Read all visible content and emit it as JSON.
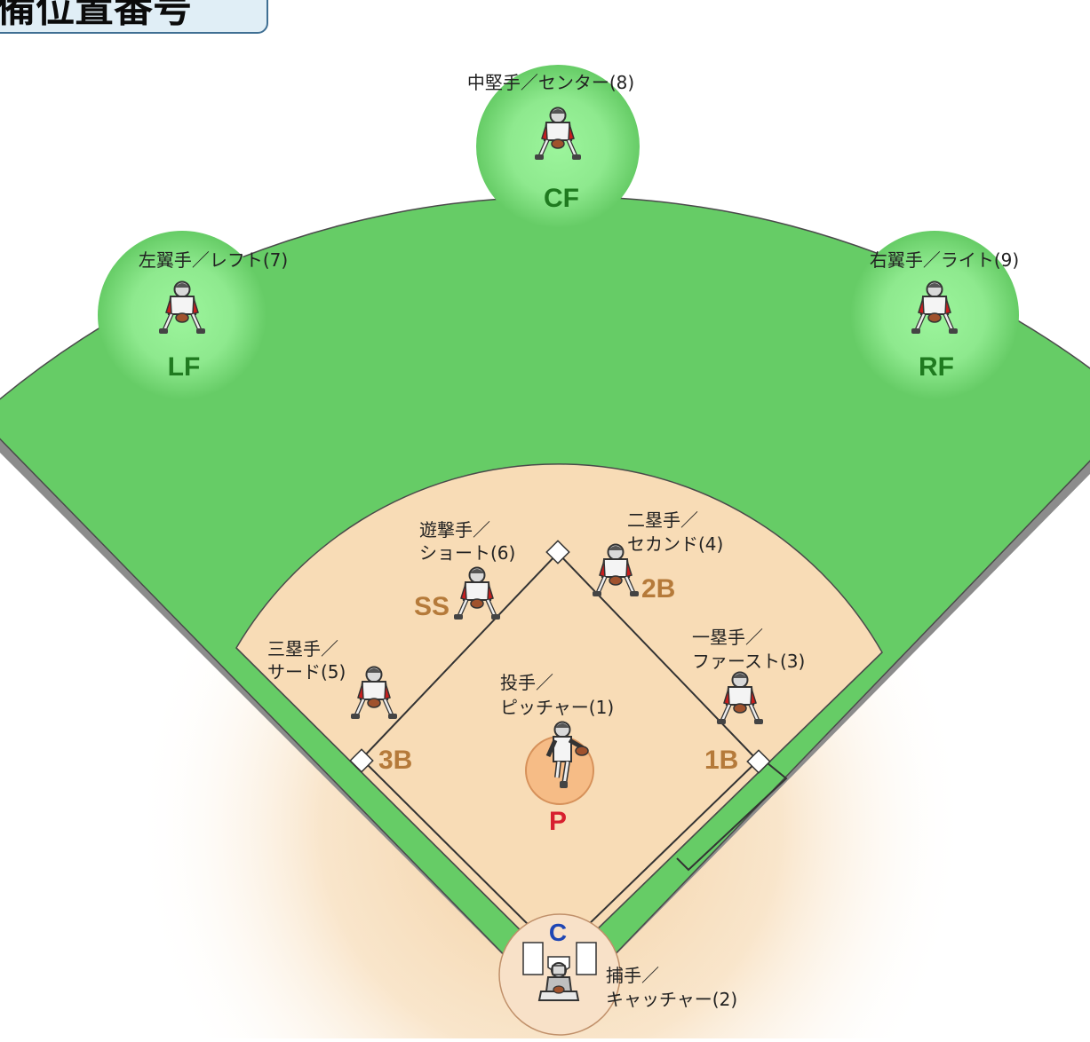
{
  "title": "備位置番号",
  "colors": {
    "grass": "#66cc66",
    "dirt": "#f8dcb6",
    "wall": "#8c8c8c",
    "outfield_abbr": "#1f7a1f",
    "infield_abbr": "#b57a3a",
    "pitcher_abbr": "#d71f2e",
    "catcher_abbr": "#1f46b4"
  },
  "positions": {
    "pitcher": {
      "label_line1": "投手／",
      "label_line2": "ピッチャー(1)",
      "abbr": "P",
      "icon": "pitcher-icon"
    },
    "catcher": {
      "label_line1": "捕手／",
      "label_line2": "キャッチャー(2)",
      "abbr": "C",
      "icon": "catcher-icon"
    },
    "first": {
      "label_line1": "一塁手／",
      "label_line2": "ファースト(3)",
      "abbr": "1B",
      "icon": "fielder-icon"
    },
    "second": {
      "label_line1": "二塁手／",
      "label_line2": "セカンド(4)",
      "abbr": "2B",
      "icon": "fielder-icon"
    },
    "third": {
      "label_line1": "三塁手／",
      "label_line2": "サード(5)",
      "abbr": "3B",
      "icon": "fielder-icon"
    },
    "shortstop": {
      "label_line1": "遊撃手／",
      "label_line2": "ショート(6)",
      "abbr": "SS",
      "icon": "fielder-icon"
    },
    "left": {
      "label": "左翼手／レフト(7)",
      "abbr": "LF",
      "icon": "fielder-icon"
    },
    "center": {
      "label": "中堅手／センター(8)",
      "abbr": "CF",
      "icon": "fielder-icon"
    },
    "right": {
      "label": "右翼手／ライト(9)",
      "abbr": "RF",
      "icon": "fielder-icon"
    }
  }
}
